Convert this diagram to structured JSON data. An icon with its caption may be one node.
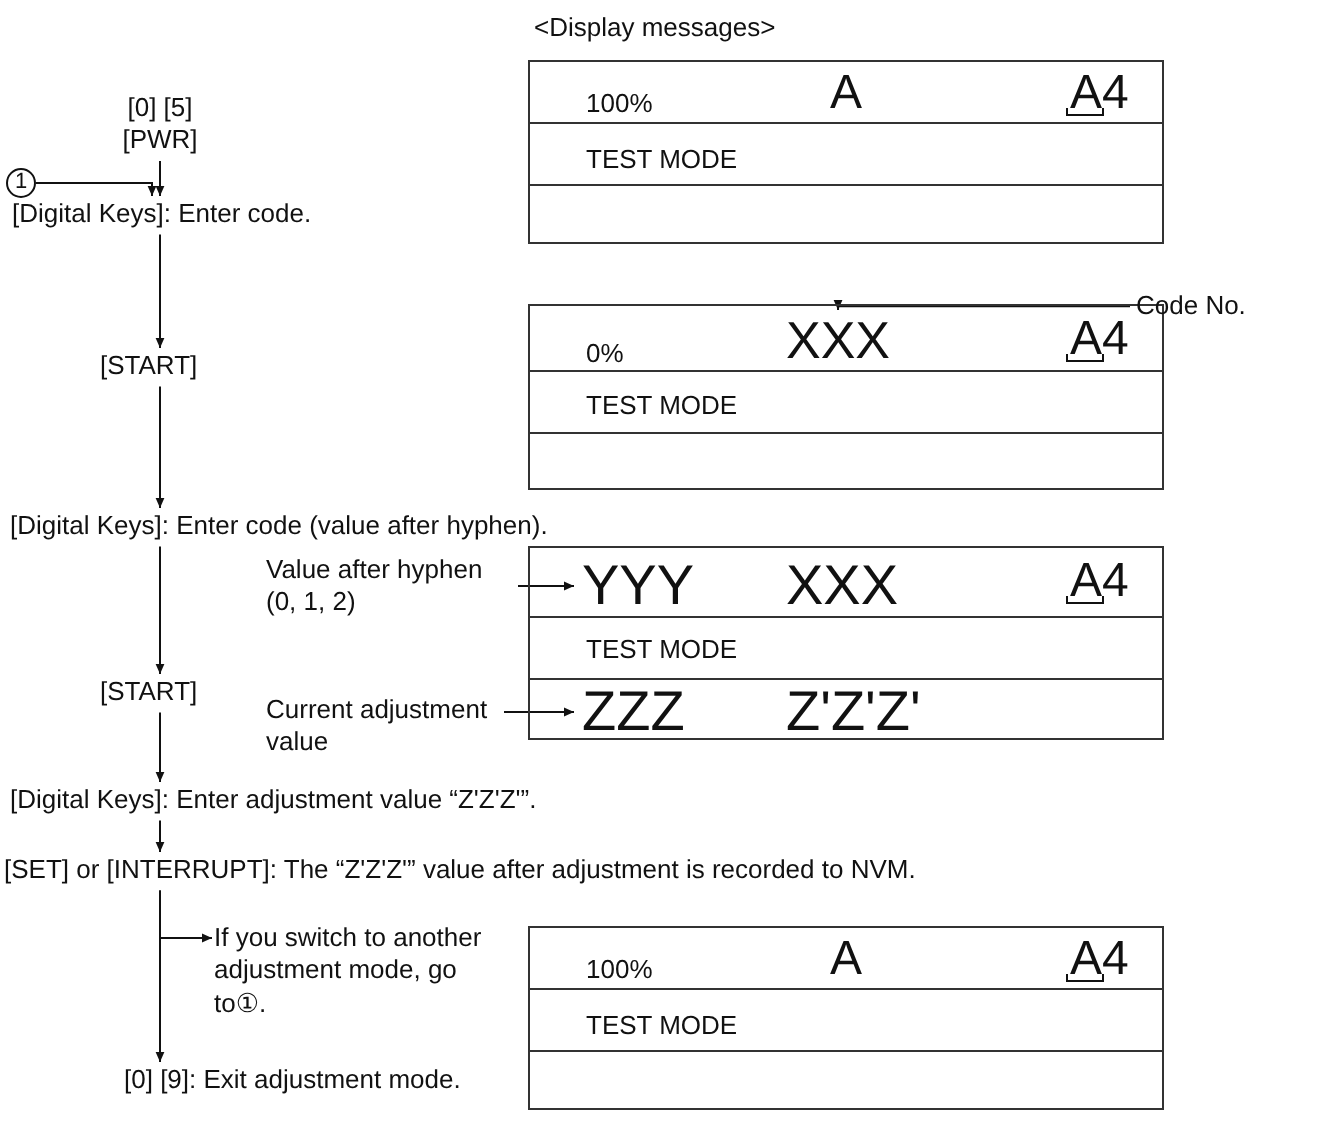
{
  "diagram": {
    "nodes": [
      {
        "text": [
          "[0] [5] [PWR]"
        ]
      },
      {
        "text": [
          "100%",
          "A",
          "A4",
          "TEST MODE"
        ]
      },
      {
        "text": [
          "1"
        ]
      },
      {
        "text": [
          "[Digital Keys]: Enter code."
        ]
      },
      {
        "text": [
          "Code No."
        ]
      },
      {
        "text": [
          "0%",
          "A4",
          "TEST MODE"
        ]
      },
      {
        "text": [
          "XXX"
        ],
        "in": 5
      },
      {
        "text": [
          "[START]"
        ]
      },
      {
        "text": [
          "[Digital Keys]: Enter code (value after hyphen)."
        ]
      },
      {
        "text": [
          "Value after hyphen (0, 1, 2)"
        ]
      },
      {
        "text": [
          "XXX",
          "A4",
          "TEST MODE",
          "Z'Z'Z'"
        ]
      },
      {
        "text": [
          "YYY"
        ],
        "in": 10
      },
      {
        "text": [
          "[START]"
        ]
      },
      {
        "text": [
          "Current adjustment value"
        ]
      },
      {
        "text": [
          "ZZZ"
        ],
        "in": 10
      },
      {
        "text": [
          "[Digital Keys]: Enter adjustment value “Z'Z'Z'”."
        ]
      },
      {
        "text": [
          "[SET] or [INTERRUPT]: The “Z'Z'Z'” value after adjustment is recorded to NVM."
        ]
      },
      {
        "text": [
          "If you switch to another adjustment mode, go to①."
        ]
      },
      {
        "text": [
          "100%",
          "A",
          "A4",
          "TEST MODE"
        ]
      },
      {
        "text": [
          "[0] [9]: Exit adjustment mode."
        ]
      }
    ],
    "edges": [
      {
        "from": 0,
        "to": 3,
        "arrow": "to"
      },
      {
        "from": 2,
        "to": 3,
        "arrow": "to"
      },
      {
        "from": 3,
        "to": 7,
        "arrow": "to"
      },
      {
        "from": 4,
        "to": 6,
        "arrow": "to"
      },
      {
        "from": 7,
        "to": 8,
        "arrow": "to"
      },
      {
        "from": 8,
        "to": 12,
        "arrow": "to"
      },
      {
        "from": 9,
        "to": 11,
        "arrow": "to"
      },
      {
        "from": 13,
        "to": 14,
        "arrow": "to"
      },
      {
        "from": 12,
        "to": 15,
        "arrow": "to"
      },
      {
        "from": 15,
        "to": 16,
        "arrow": "to"
      },
      {
        "from": 16,
        "to": 19,
        "arrow": "to"
      },
      {
        "from": 16,
        "to": 17,
        "arrow": "to"
      }
    ],
    "labels": [
      "<Display messages>"
    ]
  }
}
